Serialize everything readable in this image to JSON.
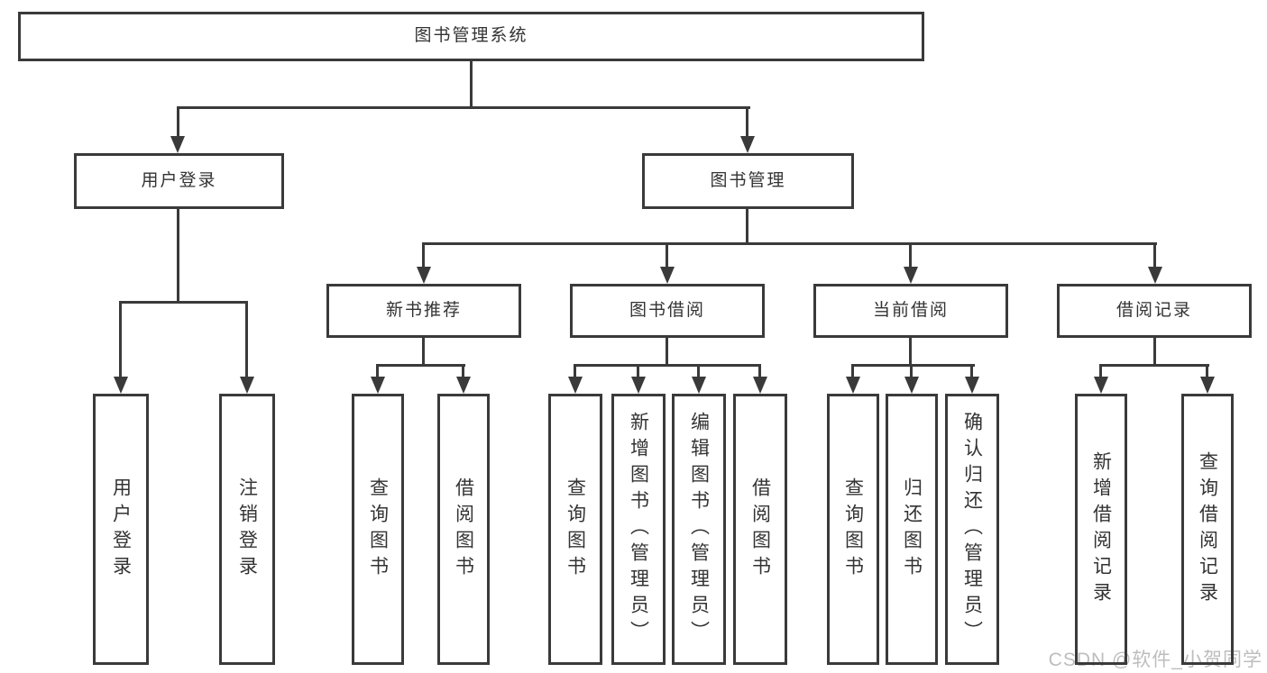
{
  "diagram": {
    "root": {
      "label": "图书管理系统",
      "children": [
        {
          "label": "用户登录",
          "children": [
            {
              "label": "用户登录"
            },
            {
              "label": "注销登录"
            }
          ]
        },
        {
          "label": "图书管理",
          "children": [
            {
              "label": "新书推荐",
              "children": [
                {
                  "label": "查询图书"
                },
                {
                  "label": "借阅图书"
                }
              ]
            },
            {
              "label": "图书借阅",
              "children": [
                {
                  "label": "查询图书"
                },
                {
                  "label": "新增图书（管理员）"
                },
                {
                  "label": "编辑图书（管理员）"
                },
                {
                  "label": "借阅图书"
                }
              ]
            },
            {
              "label": "当前借阅",
              "children": [
                {
                  "label": "查询图书"
                },
                {
                  "label": "归还图书"
                },
                {
                  "label": "确认归还（管理员）"
                }
              ]
            },
            {
              "label": "借阅记录",
              "children": [
                {
                  "label": "新增借阅记录"
                },
                {
                  "label": "查询借阅记录"
                }
              ]
            }
          ]
        }
      ]
    }
  },
  "watermark": {
    "text": "CSDN @软件_小贺同学"
  },
  "colors": {
    "line": "#3a3a3a",
    "text": "#333333",
    "watermark": "#bdbdbd",
    "background": "#ffffff"
  }
}
